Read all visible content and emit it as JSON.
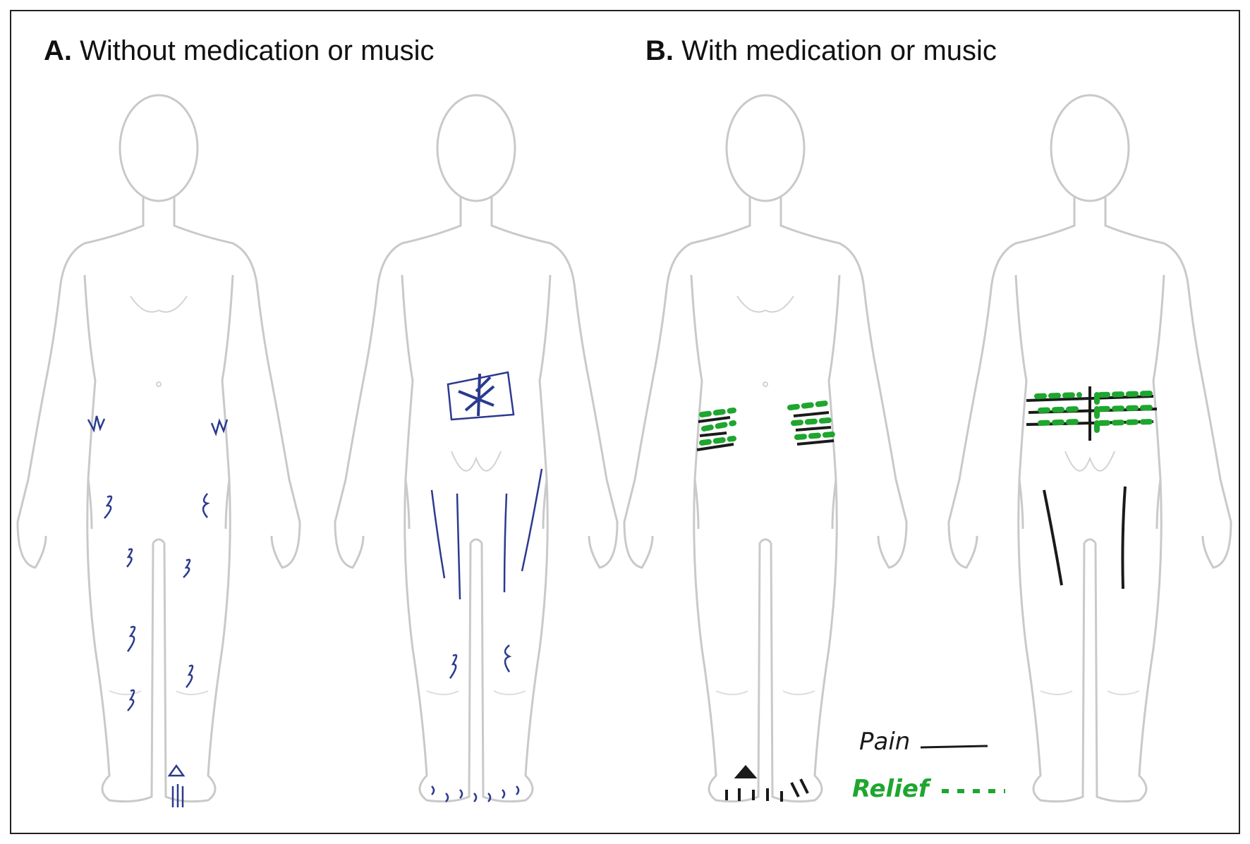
{
  "panel_a": {
    "letter": "A.",
    "title": "Without medication or music"
  },
  "panel_b": {
    "letter": "B.",
    "title": "With medication or music"
  },
  "legend": {
    "pain_label": "Pain",
    "relief_label": "Relief"
  },
  "colors": {
    "outline": "#c9c9c9",
    "panel_a_marks": "#2b3a8f",
    "pain_marks": "#1a1a1a",
    "relief_marks": "#1ea62e"
  }
}
